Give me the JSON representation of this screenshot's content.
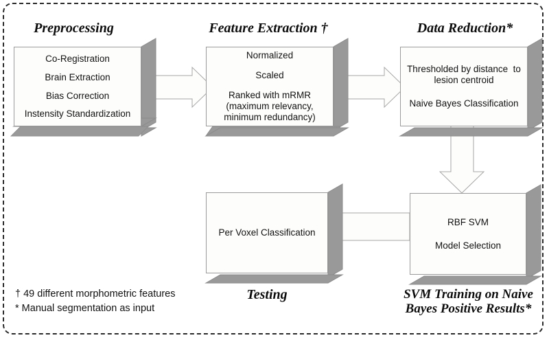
{
  "figure": {
    "title_footnote_marker_dagger": "†",
    "title_footnote_marker_star": "*"
  },
  "stages": {
    "preprocessing": {
      "heading": "Preprocessing",
      "lines": [
        "Co-Registration",
        "Brain Extraction",
        "Bias Correction",
        "Instensity Standardization"
      ]
    },
    "feature_extraction": {
      "heading": "Feature Extraction †",
      "lines": [
        "Normalized",
        "Scaled",
        "Ranked with mRMR\n(maximum relevancy,\nminimum redundancy)"
      ]
    },
    "data_reduction": {
      "heading": "Data Reduction*",
      "lines": [
        "Thresholded by distance  to\nlesion centroid",
        "Naive Bayes Classification"
      ]
    },
    "svm_training": {
      "heading": "SVM Training on Naive\nBayes Positive Results*",
      "lines": [
        "RBF SVM",
        "Model Selection"
      ]
    },
    "testing": {
      "heading": "Testing",
      "lines": [
        "Per Voxel Classification"
      ]
    }
  },
  "footnotes": [
    "† 49 different morphometric features",
    "* Manual segmentation as input"
  ],
  "colors": {
    "box_face": "#fdfdfb",
    "box_outline": "#9a9a9a",
    "box_shadow": "#999999",
    "arrow_fill": "#fdfdfb",
    "arrow_outline": "#a6a6a6",
    "frame_border": "#2a2a2a",
    "text": "#111111"
  },
  "flow": {
    "edges": [
      "preprocessing -> feature_extraction",
      "feature_extraction -> data_reduction",
      "data_reduction -> svm_training",
      "svm_training -> testing"
    ]
  }
}
